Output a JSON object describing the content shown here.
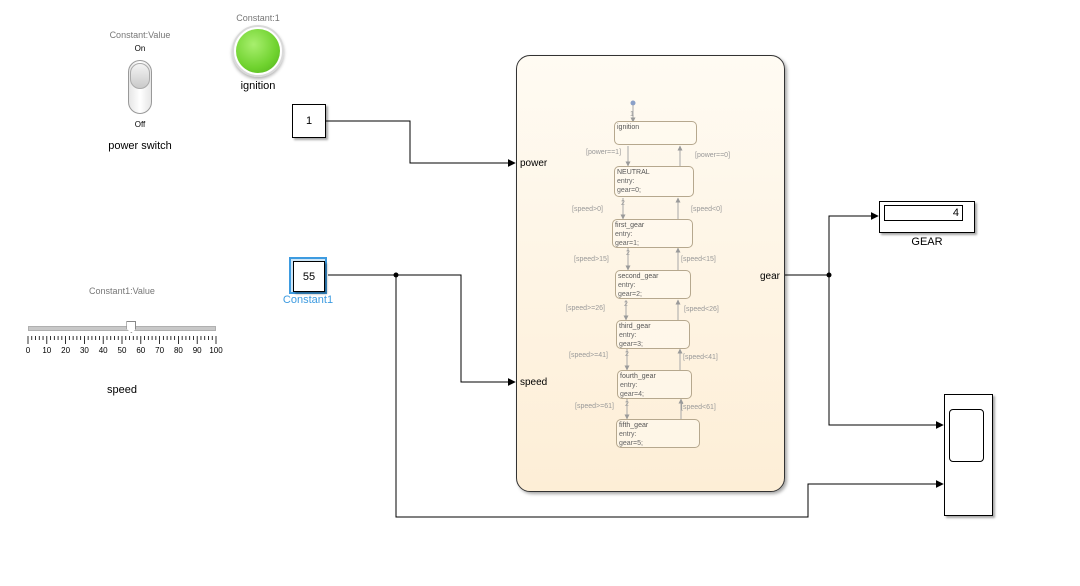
{
  "power_switch": {
    "top_label": "Constant:Value",
    "on_label": "On",
    "off_label": "Off",
    "name": "power switch"
  },
  "ignition_lamp": {
    "top_label": "Constant:1",
    "name": "ignition",
    "color": "#6fd22e"
  },
  "constant_power": {
    "value": "1"
  },
  "constant_speed": {
    "value": "55",
    "name": "Constant1",
    "select_color": "#3d9be0"
  },
  "speed_slider": {
    "top_label": "Constant1:Value",
    "name": "speed",
    "value": 55,
    "min": 0,
    "max": 100,
    "ticks": [
      "0",
      "10",
      "20",
      "30",
      "40",
      "50",
      "60",
      "70",
      "80",
      "90",
      "100"
    ]
  },
  "chart": {
    "inputs": [
      "power",
      "speed"
    ],
    "output": "gear",
    "states": [
      {
        "name": "ignition",
        "entry": "",
        "action": ""
      },
      {
        "name": "NEUTRAL",
        "entry": "entry:",
        "action": "gear=0;"
      },
      {
        "name": "first_gear",
        "entry": "entry:",
        "action": "gear=1;"
      },
      {
        "name": "second_gear",
        "entry": "entry:",
        "action": "gear=2;"
      },
      {
        "name": "third_gear",
        "entry": "entry:",
        "action": "gear=3;"
      },
      {
        "name": "fourth_gear",
        "entry": "entry:",
        "action": "gear=4;"
      },
      {
        "name": "fifth_gear",
        "entry": "entry:",
        "action": "gear=5;"
      }
    ],
    "transitions": {
      "down": [
        "[power==1]",
        "[speed>0]",
        "[speed>15]",
        "[speed>=26]",
        "[speed>=41]",
        "[speed>=61]"
      ],
      "up": [
        "[power==0]",
        "[speed<0]",
        "[speed<15]",
        "[speed<26]",
        "[speed<41]",
        "[speed<61]"
      ],
      "priorities": [
        "1",
        "2",
        "2",
        "2",
        "2",
        "2",
        "2"
      ]
    }
  },
  "display": {
    "value": "4",
    "name": "GEAR"
  }
}
